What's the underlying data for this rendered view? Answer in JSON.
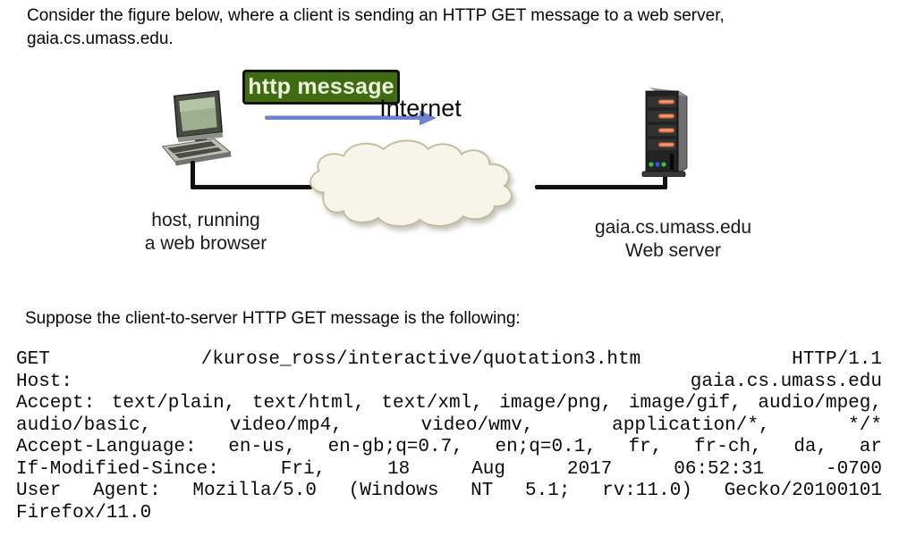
{
  "intro": {
    "line1": "Consider the figure below, where a client is sending an HTTP GET message to a web server,",
    "line2": "gaia.cs.umass.edu."
  },
  "diagram": {
    "http_message_label": "http message",
    "internet_label": "Internet",
    "host_label": {
      "line1": "host, running",
      "line2": "a web browser"
    },
    "server_label": {
      "line1": "gaia.cs.umass.edu",
      "line2": "Web server"
    },
    "colors": {
      "box_green": "#3f6b12",
      "arrow_blue": "#6e82cf",
      "cloud_fill": "#f7f4e9",
      "cloud_border": "#c4bb9e",
      "link_black": "#111111"
    }
  },
  "prompt": "Suppose the client-to-server HTTP GET message is the following:",
  "http_message": {
    "lines": [
      "GET /kurose_ross/interactive/quotation3.htm HTTP/1.1",
      "Host: gaia.cs.umass.edu",
      "Accept: text/plain, text/html, text/xml, image/png, image/gif, audio/mpeg,",
      "audio/basic, video/mp4, video/wmv, application/*, */*",
      "Accept-Language: en-us, en-gb;q=0.7, en;q=0.1, fr, fr-ch, da, ar",
      "If-Modified-Since: Fri, 18 Aug 2017 06:52:31 -0700",
      "User Agent: Mozilla/5.0 (Windows NT 5.1; rv:11.0) Gecko/20100101",
      "Firefox/11.0"
    ]
  }
}
